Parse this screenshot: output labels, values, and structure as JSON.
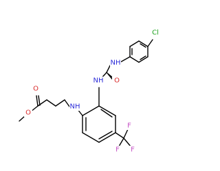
{
  "molecule": {
    "atoms": {
      "cl": {
        "label": "Cl",
        "color": "#1fa31f"
      },
      "nh_aryl": {
        "label": "NH",
        "color": "#2b2bd9"
      },
      "nh_mid": {
        "label": "NH",
        "color": "#2b2bd9"
      },
      "nh_amine": {
        "label": "NH",
        "color": "#2b2bd9"
      },
      "o_carbonyl": {
        "label": "O",
        "color": "#d92b2b"
      },
      "o_ester_dbl": {
        "label": "O",
        "color": "#d92b2b"
      },
      "o_ester": {
        "label": "O",
        "color": "#d92b2b"
      },
      "f_top": {
        "label": "F",
        "color": "#c44fc4"
      },
      "f_left": {
        "label": "F",
        "color": "#c44fc4"
      },
      "f_right": {
        "label": "F",
        "color": "#c44fc4"
      }
    }
  }
}
